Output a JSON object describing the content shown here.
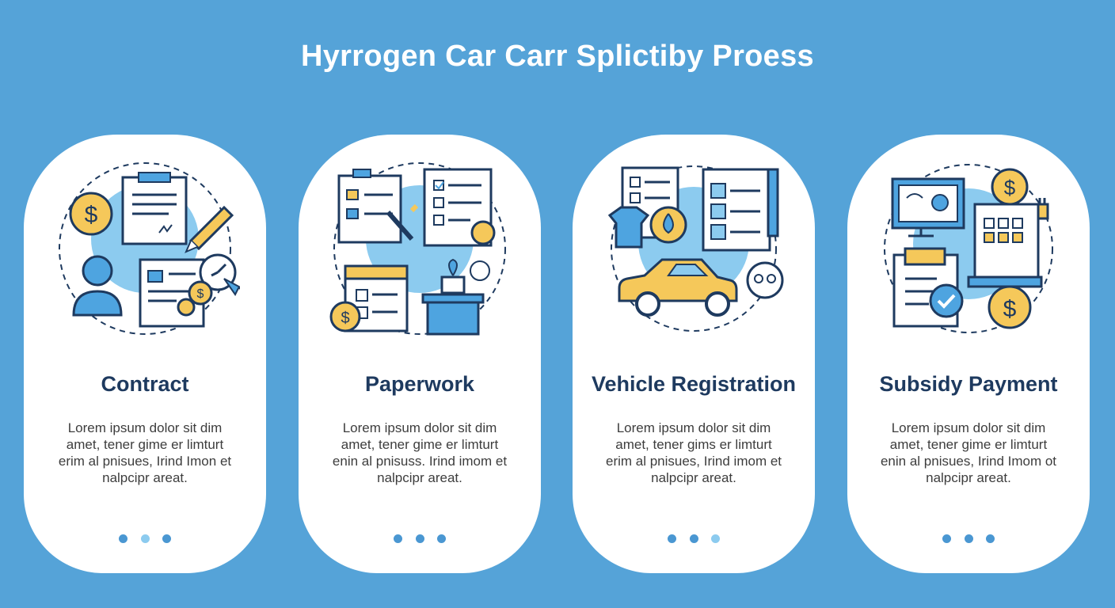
{
  "title": "Hyrrogen Car Carr Splictiby Proess",
  "colors": {
    "background": "#55a3d8",
    "card": "#ffffff",
    "heading": "#1e3a5f",
    "dot_active": "#4a97d2",
    "dot_inactive": "#8ccbef",
    "icon_outline": "#1e3a5f",
    "icon_blue": "#4ea4e0",
    "icon_yellow": "#f5c85a"
  },
  "cards": [
    {
      "title": "Contract",
      "description": "Lorem ipsum dolor sit dim amet, tener gime er limturt erim al pnisues, Irind Imon et nalpcipr areat.",
      "icon": "contract-illustration-icon",
      "dots": [
        "active",
        "inactive",
        "active"
      ]
    },
    {
      "title": "Paperwork",
      "description": "Lorem ipsum dolor sit dim amet, tener gime er limturt enin al pnisuss. Irind imom et nalpcipr areat.",
      "icon": "paperwork-illustration-icon",
      "dots": [
        "active",
        "active",
        "active"
      ]
    },
    {
      "title": "Vehicle Registration",
      "description": "Lorem ipsum dolor sit dim amet, tener gims er limturt erim al pnisues, Irind imom et nalpcipr areat.",
      "icon": "vehicle-registration-illustration-icon",
      "dots": [
        "active",
        "active",
        "inactive"
      ]
    },
    {
      "title": "Subsidy Payment",
      "description": "Lorem ipsum dolor sit dim amet, tener gime er limturt enin al pnisues, Irind Imom ot nalpcipr areat.",
      "icon": "subsidy-payment-illustration-icon",
      "dots": [
        "active",
        "active",
        "active"
      ]
    }
  ]
}
